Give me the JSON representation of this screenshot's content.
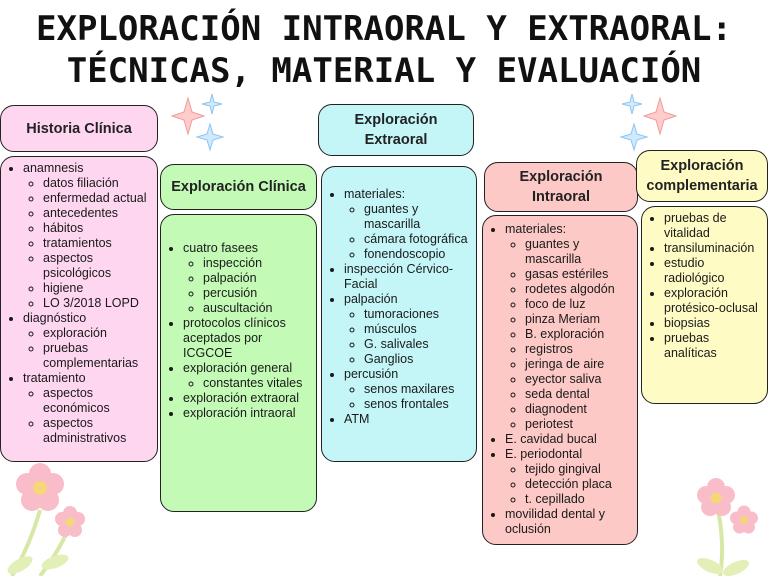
{
  "title": {
    "line1": "EXPLORACIÓN INTRAORAL Y EXTRAORAL:",
    "line2": "TÉCNICAS, MATERIAL Y EVALUACIÓN"
  },
  "historia": {
    "heading": "Historia Clínica",
    "items": [
      {
        "label": "anamnesis",
        "sub": [
          "datos filiación",
          "enfermedad actual",
          "antecedentes",
          "hábitos",
          "tratamientos",
          "aspectos psicológicos",
          "higiene",
          "LO 3/2018 LOPD"
        ]
      },
      {
        "label": "diagnóstico",
        "sub": [
          "exploración",
          "pruebas complementarias"
        ]
      },
      {
        "label": "tratamiento",
        "sub": [
          "aspectos económicos",
          "aspectos administrativos"
        ]
      }
    ]
  },
  "clinica": {
    "heading": "Exploración Clínica",
    "items": [
      {
        "label": "cuatro fasees",
        "sub": [
          "inspección",
          "palpación",
          "percusión",
          "auscultación"
        ]
      },
      {
        "label": "protocolos clínicos aceptados por ICGCOE",
        "sub": []
      },
      {
        "label": "exploración general",
        "sub": [
          "constantes vitales"
        ]
      },
      {
        "label": "exploración extraoral",
        "sub": []
      },
      {
        "label": "exploración intraoral",
        "sub": []
      }
    ]
  },
  "extraoral": {
    "heading": "Exploración Extraoral",
    "items": [
      {
        "label": "materiales:",
        "sub": [
          "guantes y mascarilla",
          "cámara fotográfica",
          "fonendoscopio"
        ]
      },
      {
        "label": "inspección Cérvico-Facial",
        "sub": []
      },
      {
        "label": "palpación",
        "sub": [
          "tumoraciones",
          "músculos",
          "G. salivales",
          "Ganglios"
        ]
      },
      {
        "label": "percusión",
        "sub": [
          "senos maxilares",
          "senos frontales"
        ]
      },
      {
        "label": "ATM",
        "sub": []
      }
    ]
  },
  "intraoral": {
    "heading": "Exploración Intraoral",
    "items": [
      {
        "label": "materiales:",
        "sub": [
          "guantes y mascarilla",
          "gasas estériles",
          "rodetes  algodón",
          "foco de luz",
          "pinza Meriam",
          "B. exploración",
          "registros",
          "jeringa de aire",
          "eyector saliva",
          "seda dental",
          "diagnodent",
          "periotest"
        ]
      },
      {
        "label": "E. cavidad bucal",
        "sub": []
      },
      {
        "label": "E. periodontal",
        "sub": [
          "tejido gingival",
          "detección placa",
          "t. cepillado"
        ]
      },
      {
        "label": "movilidad dental y oclusión",
        "sub": []
      }
    ]
  },
  "complementaria": {
    "heading": "Exploración complementaria",
    "items": [
      {
        "label": "pruebas de vitalidad",
        "sub": []
      },
      {
        "label": "transiluminación",
        "sub": []
      },
      {
        "label": "estudio radiológico",
        "sub": []
      },
      {
        "label": "exploración protésico-oclusal",
        "sub": []
      },
      {
        "label": "biopsias",
        "sub": []
      },
      {
        "label": "pruebas analíticas",
        "sub": []
      }
    ]
  },
  "colors": {
    "pink": "#ffd6f0",
    "green": "#c3fbb6",
    "cyan": "#c4f6f8",
    "salmon": "#fdc9c6",
    "yellow": "#fffbc4"
  },
  "icons": [
    "sparkle-icon",
    "flower-icon"
  ]
}
